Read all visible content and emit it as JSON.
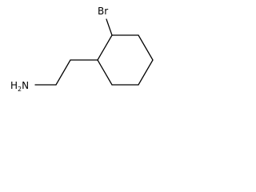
{
  "molecule": {
    "atoms": {
      "bromine": "Br",
      "amine_main": "H",
      "amine_subscript": "2",
      "amine_n": "N"
    }
  },
  "colors": {
    "bond": "#000000",
    "text": "#000000",
    "background": "#ffffff"
  }
}
